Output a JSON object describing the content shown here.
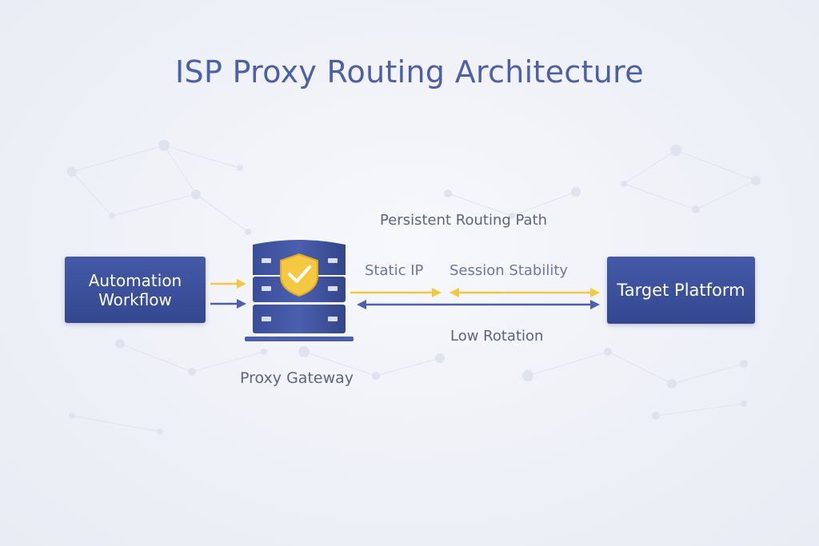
{
  "title": "ISP Proxy Routing Architecture",
  "nodes": {
    "source": {
      "label": "Automation\nWorkflow"
    },
    "gateway": {
      "label": "Proxy Gateway",
      "icon": "shield-check-icon"
    },
    "target": {
      "label": "Target Platform"
    }
  },
  "labels": {
    "path": "Persistent Routing Path",
    "static_ip": "Static IP",
    "session": "Session Stability",
    "rotation": "Low Rotation"
  },
  "colors": {
    "primary": "#3d51a0",
    "accent": "#f5c842",
    "title": "#4c60a8",
    "text": "#5b6580"
  }
}
